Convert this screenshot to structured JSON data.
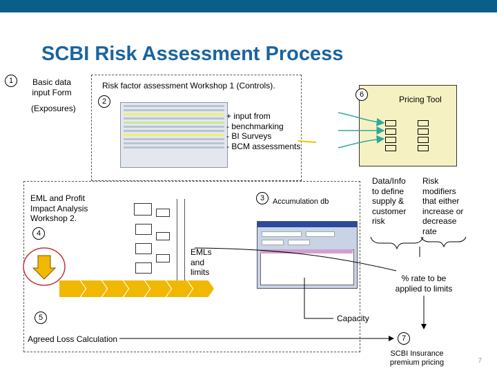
{
  "title": "SCBI Risk Assessment Process",
  "steps": {
    "s1": "1",
    "s2": "2",
    "s3": "3",
    "s4": "4",
    "s5": "5",
    "s6": "6",
    "s7": "7"
  },
  "basic_form": {
    "line1": "Basic data",
    "line2": "input Form",
    "exposures": "(Exposures)"
  },
  "workshop1": {
    "label": "Risk factor assessment Workshop 1 (Controls)."
  },
  "inputs": {
    "l1": "+ input from",
    "l2": "- benchmarking",
    "l3": "- BI Surveys",
    "l4": "- BCM assessments"
  },
  "pricing_tool": {
    "label": "Pricing Tool"
  },
  "eml_workshop": {
    "l1": "EML and Profit",
    "l2": "Impact Analysis",
    "l3": "Workshop 2."
  },
  "accumulation": {
    "label": "Accumulation db"
  },
  "data_info": {
    "l1": "Data/Info",
    "l2": "to define",
    "l3": "supply &",
    "l4": "customer",
    "l5": "risk"
  },
  "risk_modifiers": {
    "l1": "Risk",
    "l2": "modifiers",
    "l3": "that either",
    "l4": "increase or",
    "l5": "decrease",
    "l6": "rate"
  },
  "emls": {
    "l1": "EMLs",
    "l2": "and",
    "l3": "limits"
  },
  "rate": {
    "l1": "% rate to be",
    "l2": "applied to limits"
  },
  "capacity": {
    "label": "Capacity"
  },
  "agreed_loss": {
    "label": "Agreed Loss Calculation"
  },
  "premium": {
    "l1": "SCBI Insurance",
    "l2": "premium pricing"
  },
  "page_number": "7",
  "colors": {
    "brand_bar": "#0b5d8a",
    "title": "#1a64a0",
    "arrow_teal": "#2fa89a",
    "chevron": "#f0b800",
    "circle_red": "#c0313a",
    "pricing_bg": "#f5f1c2"
  }
}
